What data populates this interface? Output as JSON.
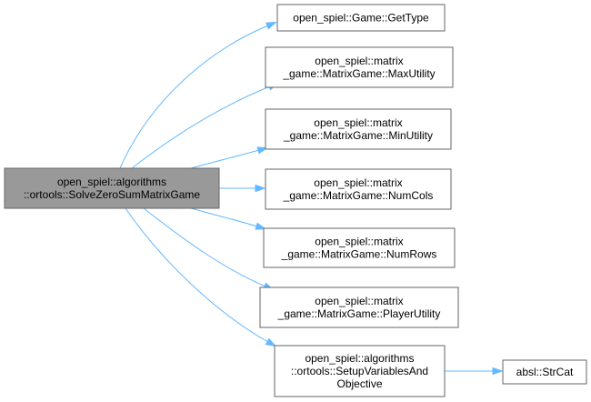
{
  "graph": {
    "nodes": [
      {
        "id": "root",
        "lines": [
          "open_spiel::algorithms",
          "::ortools::SolveZeroSumMatrixGame"
        ]
      },
      {
        "id": "get_type",
        "lines": [
          "open_spiel::Game::GetType"
        ]
      },
      {
        "id": "max_utility",
        "lines": [
          "open_spiel::matrix",
          "_game::MatrixGame::MaxUtility"
        ]
      },
      {
        "id": "min_utility",
        "lines": [
          "open_spiel::matrix",
          "_game::MatrixGame::MinUtility"
        ]
      },
      {
        "id": "num_cols",
        "lines": [
          "open_spiel::matrix",
          "_game::MatrixGame::NumCols"
        ]
      },
      {
        "id": "num_rows",
        "lines": [
          "open_spiel::matrix",
          "_game::MatrixGame::NumRows"
        ]
      },
      {
        "id": "player_utility",
        "lines": [
          "open_spiel::matrix",
          "_game::MatrixGame::PlayerUtility"
        ]
      },
      {
        "id": "setup_vars",
        "lines": [
          "open_spiel::algorithms",
          "::ortools::SetupVariablesAnd",
          "Objective"
        ]
      },
      {
        "id": "str_cat",
        "lines": [
          "absl::StrCat"
        ]
      }
    ],
    "edges": [
      {
        "from": "root",
        "to": "get_type"
      },
      {
        "from": "root",
        "to": "max_utility"
      },
      {
        "from": "root",
        "to": "min_utility"
      },
      {
        "from": "root",
        "to": "num_cols"
      },
      {
        "from": "root",
        "to": "num_rows"
      },
      {
        "from": "root",
        "to": "player_utility"
      },
      {
        "from": "root",
        "to": "setup_vars"
      },
      {
        "from": "setup_vars",
        "to": "str_cat"
      }
    ],
    "colors": {
      "edge": "#63b8ff",
      "node_border": "#666666",
      "root_fill": "#999999",
      "node_fill": "#ffffff",
      "text": "#000000"
    }
  }
}
